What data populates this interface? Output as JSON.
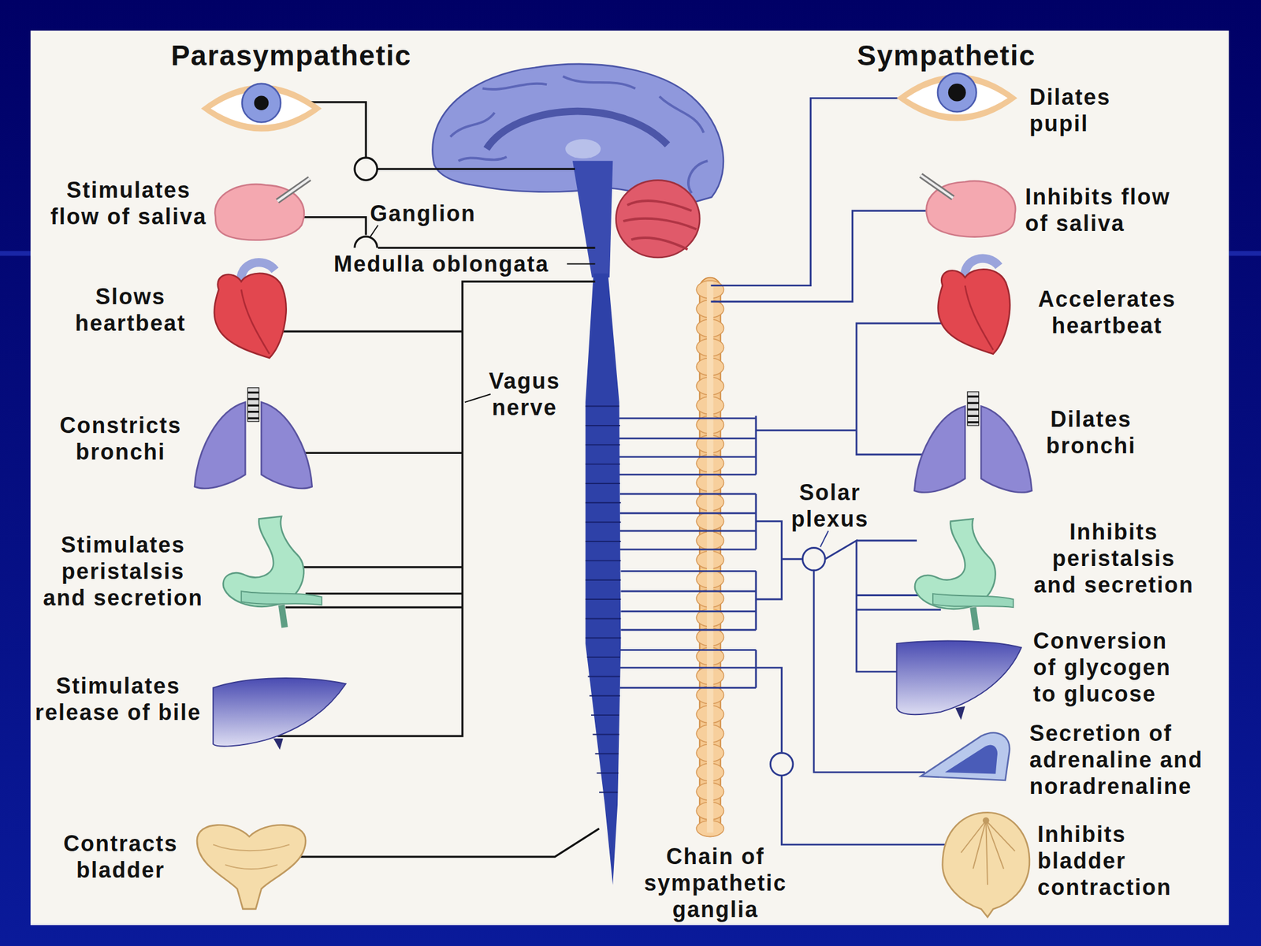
{
  "diagram": {
    "labels": [
      "Parasympathetic",
      "Sympathetic",
      "Dilates pupil",
      "Stimulates flow of saliva",
      "Ganglion",
      "Inhibits flow of saliva",
      "Medulla oblongata",
      "Slows heartbeat",
      "Accelerates heartbeat",
      "Vagus nerve",
      "Constricts bronchi",
      "Dilates bronchi",
      "Solar plexus",
      "Stimulates peristalsis and secretion",
      "Inhibits peristalsis and secretion",
      "Conversion of glycogen to glucose",
      "Stimulates release of bile",
      "Secretion of adrenaline and noradrenaline",
      "Contracts bladder",
      "Chain of sympathetic ganglia",
      "Inhibits bladder contraction"
    ]
  }
}
